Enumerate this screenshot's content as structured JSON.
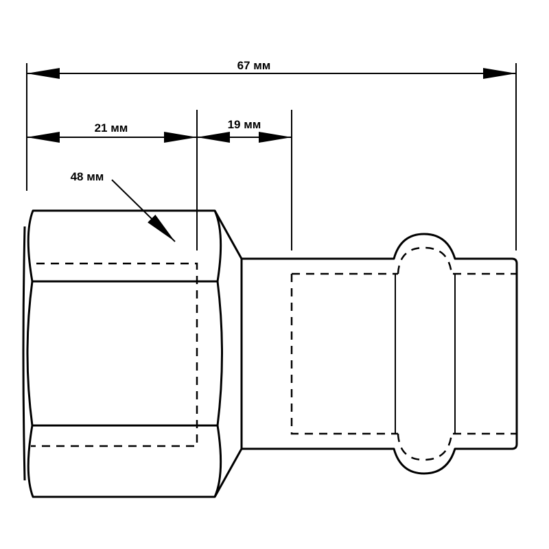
{
  "dimensions": {
    "overall_length": "67 мм",
    "hex_length": "21 мм",
    "neck_length": "19 мм",
    "hex_size": "48 мм"
  },
  "colors": {
    "line": "#000000",
    "background": "#ffffff"
  }
}
